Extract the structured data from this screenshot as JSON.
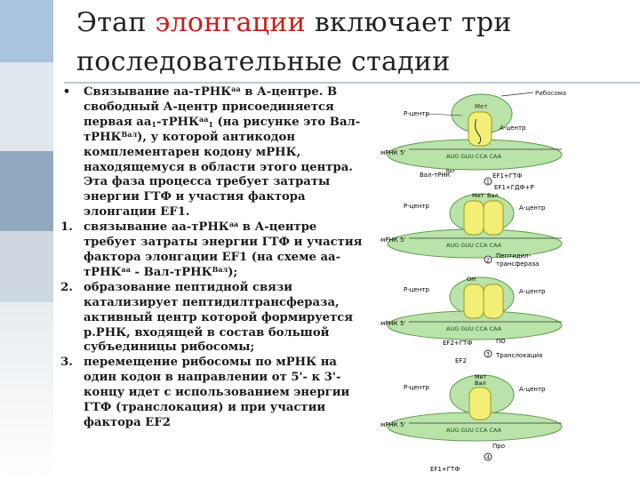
{
  "title": {
    "part1": "Этап ",
    "highlight": "элонгации",
    "part2": " включает три",
    "line2": "последовательные стадии"
  },
  "bullet": {
    "marker": "•",
    "t1": "Связывание аа-тРНК",
    "sup1": "аа",
    "t2": " в А-центре. В свободный А-центр присоединяется первая аа",
    "sub1": "1",
    "t3": "-тРНК",
    "sup2": "аа",
    "sub2": "1",
    "t4": " (на рисунке это Вал-тРНК",
    "sup3": "Вал",
    "t5": "), у которой антикодон комплементарен кодону мРНК, находящемуся в области этого центра. Эта фаза процесса требует затраты энергии ГТФ и участия фактора элонгации EF1."
  },
  "steps": [
    {
      "marker": "1.",
      "t1": "связывание аа-тРНК",
      "sup1": "аа",
      "t2": " в А-центре требует затраты энергии ГТФ и участия фактора элонгации EF1 (на схеме аа-тРНК",
      "sup2": "аа",
      "t3": " - Вал-тРНК",
      "sup3": "Вал",
      "t4": ");"
    },
    {
      "marker": "2.",
      "text": "образование пептидной связи катализирует пептидилтрансфераза, активный центр которой формируется р.РНК, входящей в состав большой субъединицы рибосомы;"
    },
    {
      "marker": "3.",
      "text": "перемещение рибосомы по мРНК на один кодон в направлении от 5'- к 3'-концу идет с использованием энергии ГТФ (транслокация) и при участии фактора EF2"
    }
  ],
  "diagram": {
    "ribosome": "Рибосома",
    "p_center": "Р-центр",
    "a_center": "А-центр",
    "mrna": "мРНК 5'",
    "met": "Мет",
    "val": "Вал",
    "oh": "OH",
    "codons": "AUG GUU CCA CAA",
    "val_trna": "Вал-тРНК",
    "val_sup": "Вал",
    "ef1_gtp": "EF1+ГТФ",
    "ef1_gdp": "EF1+ГДФ+Р",
    "peptidyl1": "Пептидил-",
    "peptidyl2": "трансфераза",
    "ef2_gtp": "EF2+ГТФ",
    "ef2": "EF2",
    "po": "ПО",
    "translocation": "Транслокация",
    "pro": "Про",
    "step_nums": [
      "1",
      "2",
      "3",
      "4"
    ],
    "colors": {
      "ribosome": "#b9e3a8",
      "ribosome_stroke": "#5e9a4c",
      "trna_fill": "#f3ef76",
      "trna_stroke": "#9c9a25"
    }
  }
}
